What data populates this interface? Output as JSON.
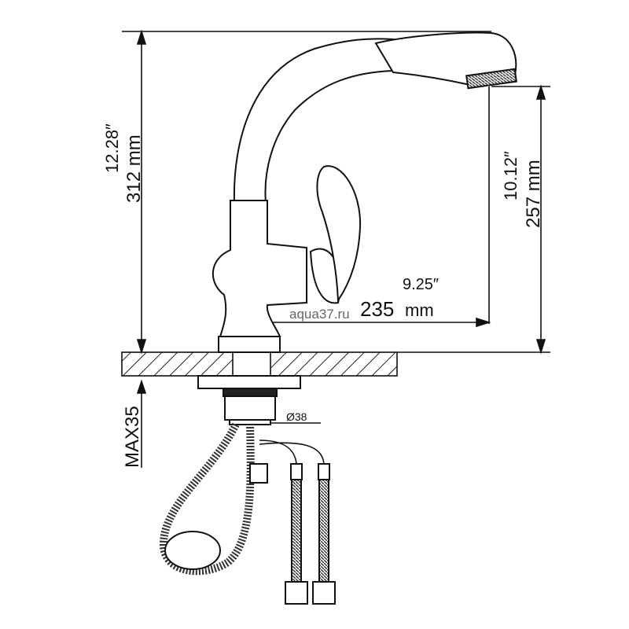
{
  "dimensions": {
    "total_height_in": "12.28″",
    "total_height_mm": "312 mm",
    "spout_height_in": "10.12″",
    "spout_height_mm": "257 mm",
    "reach_in": "9.25″",
    "reach_mm_value": "235",
    "reach_mm_unit": "mm",
    "max_countertop": "MAX35",
    "hole_diameter": "Ø38"
  },
  "watermark": "aqua37.ru"
}
